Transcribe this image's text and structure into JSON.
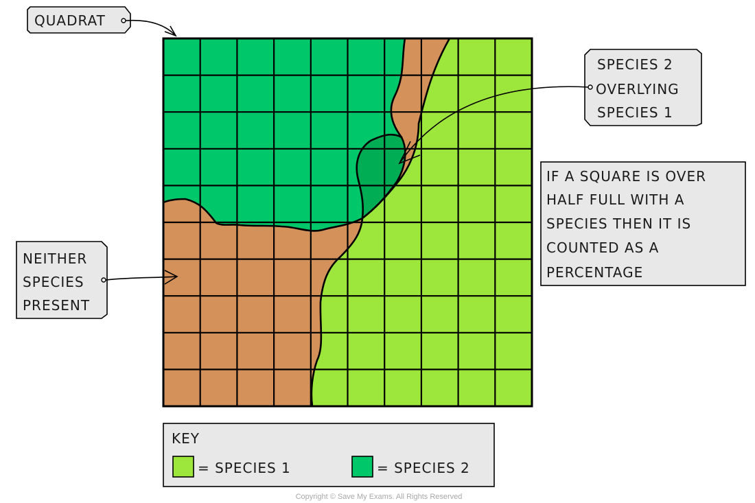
{
  "labels": {
    "quadrat": "QUADRAT",
    "overlap": [
      "SPECIES 2",
      "OVERLYING",
      "SPECIES 1"
    ],
    "neither": [
      "NEITHER",
      "SPECIES",
      "PRESENT"
    ],
    "rule": [
      "IF A SQUARE IS OVER",
      "HALF FULL WITH A",
      "SPECIES THEN IT IS",
      "COUNTED AS A",
      "PERCENTAGE"
    ]
  },
  "key": {
    "title": "KEY",
    "items": [
      {
        "label": "= SPECIES 1",
        "color": "#9de63b"
      },
      {
        "label": "= SPECIES 2",
        "color": "#00c86a"
      }
    ]
  },
  "quadrat_grid": {
    "rows": 10,
    "cols": 10
  },
  "colors": {
    "species1": "#9de63b",
    "species2": "#00c86a",
    "overlap": "#00ad55",
    "bare_ground": "#d4915a",
    "label_box": "#e8e8e8"
  },
  "copyright": "Copyright © Save My Exams. All Rights Reserved"
}
